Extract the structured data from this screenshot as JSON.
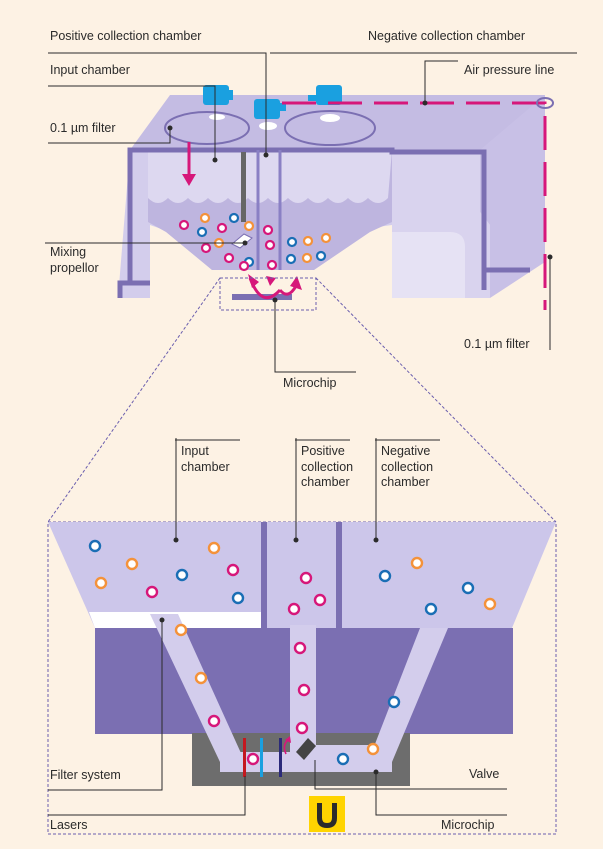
{
  "colors": {
    "background": "#fdf2e4",
    "machine_light": "#d9d3ee",
    "machine_mid": "#b9b0dd",
    "machine_dark": "#7b6fb2",
    "magenta": "#d6177a",
    "cap_blue": "#1aa0e0",
    "magnet_yellow": "#ffd400",
    "chip_grey": "#6d6d6d"
  },
  "labels": {
    "positive_collection_chamber": "Positive collection chamber",
    "negative_collection_chamber": "Negative collection chamber",
    "input_chamber": "Input chamber",
    "air_pressure_line": "Air pressure line",
    "filter_top": "0.1 µm filter",
    "mixing_propellor": "Mixing propellor",
    "filter_right": "0.1 µm filter",
    "microchip_top": "Microchip",
    "input_chamber_detail": "Input chamber",
    "positive_collection_chamber_detail": "Positive collection chamber",
    "negative_collection_chamber_detail": "Negative collection chamber",
    "filter_system": "Filter system",
    "valve": "Valve",
    "lasers": "Lasers",
    "microchip_bottom": "Microchip"
  },
  "icons": {
    "magnet": "magnet-icon"
  }
}
